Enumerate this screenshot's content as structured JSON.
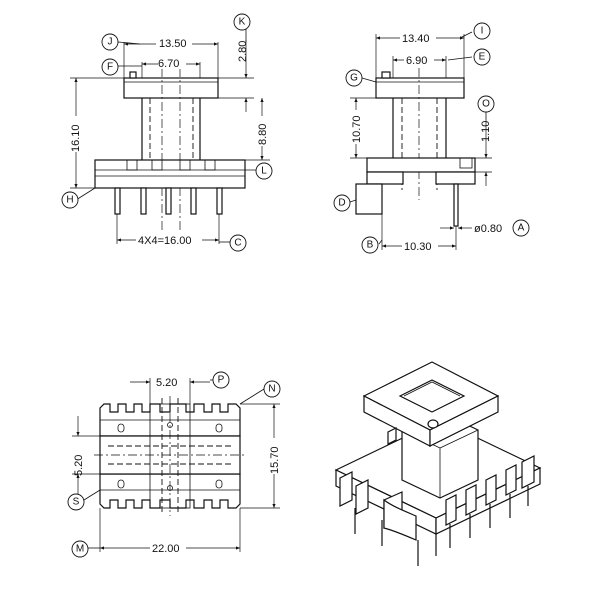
{
  "dimensions": {
    "front_top_width": "13.50",
    "front_inner_width": "6.70",
    "front_flange_thickness": "2.80",
    "front_total_height": "16.10",
    "front_body_height": "8.80",
    "front_pin_pitch": "4X4=16.00",
    "side_top_width": "13.40",
    "side_inner_width": "6.90",
    "side_height": "10.70",
    "side_step": "1.10",
    "side_base_width": "10.30",
    "side_pin_dia": "ø0.80",
    "plan_slot_width": "5.20",
    "plan_core_height": "5.20",
    "plan_total_height": "15.70",
    "plan_total_width": "22.00"
  },
  "callouts": [
    "J",
    "K",
    "F",
    "H",
    "L",
    "C",
    "I",
    "E",
    "G",
    "O",
    "D",
    "B",
    "A",
    "P",
    "N",
    "S",
    "M"
  ],
  "colors": {
    "line": "#111111",
    "background": "#ffffff"
  }
}
